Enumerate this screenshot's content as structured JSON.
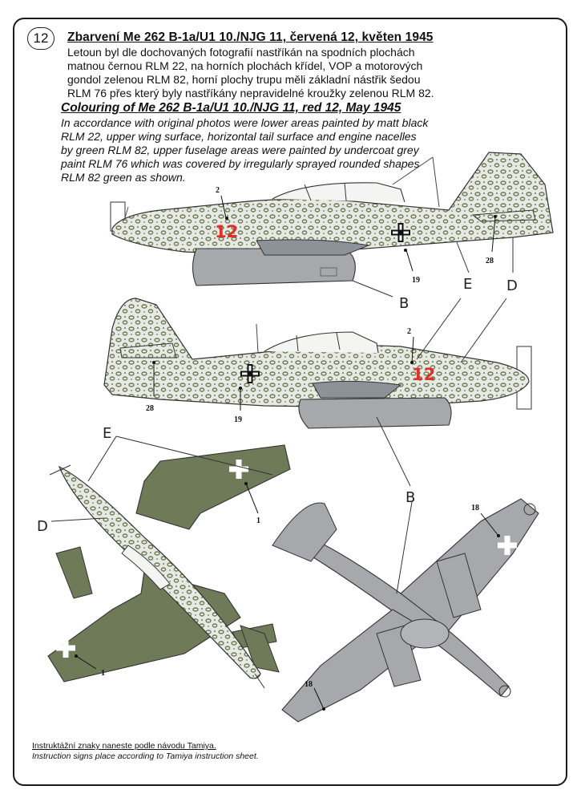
{
  "page_number": "12",
  "czech": {
    "title": "Zbarvení Me 262 B-1a/U1  10./NJG 11, červená 12, květen 1945",
    "body": "Letoun byl dle dochovaných fotografií nastříkán na spodních plochách\nmatnou černou RLM 22, na horních plochách křídel, VOP a motorových\ngondol zelenou RLM 82, horní plochy trupu měli základní nástřik šedou\nRLM 76 přes který byly nastříkány nepravidelné kroužky zelenou RLM 82."
  },
  "english": {
    "title": "Colouring of Me 262 B-1a/U1  10./NJG 11, red 12, May 1945",
    "body": "In accordance with original photos were lower areas painted by matt black\nRLM 22, upper wing surface, horizontal tail surface and engine nacelles\nby green RLM 82, upper fuselage areas were painted by undercoat grey\npaint RLM 76 which was covered by irregularly sprayed rounded shapes\nRLM 82 green as shown."
  },
  "aircraft_code": "12",
  "callouts": {
    "b": "B",
    "d": "D",
    "e": "E",
    "n1": "1",
    "n2": "2",
    "n18": "18",
    "n19": "19",
    "n28": "28"
  },
  "colors": {
    "rlm76_grey": "#e7eae3",
    "rlm82_green": "#6f7a58",
    "underside_grey": "#a7a8ab",
    "red_code": "#e0302a"
  },
  "footnotes": {
    "czech": "Instruktážní znaky naneste podle návodu Tamiya.",
    "english": "Instruction signs place according to Tamiya instruction sheet."
  }
}
